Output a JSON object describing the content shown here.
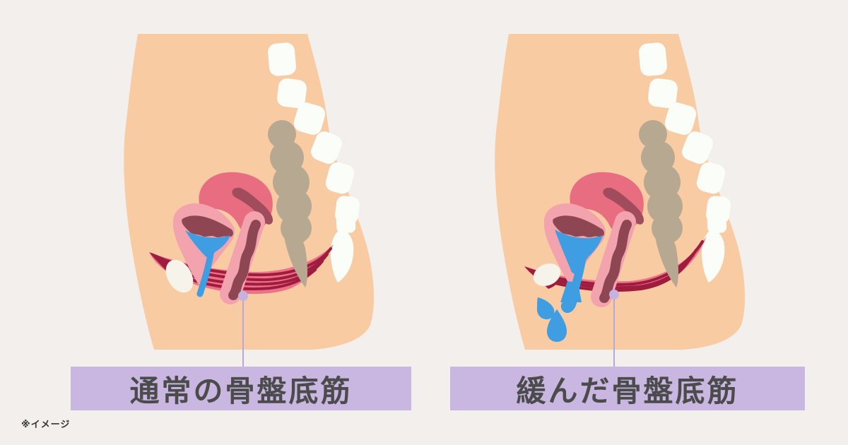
{
  "note": "※イメージ",
  "panels": [
    {
      "id": "normal",
      "label": "通常の骨盤底筋"
    },
    {
      "id": "loosened",
      "label": "緩んだ骨盤底筋"
    }
  ],
  "colors": {
    "bg": "#f2efed",
    "body": "#f8cba3",
    "bone": "#fbfdf9",
    "rectum": "#b7a891",
    "uterus": "#e96d80",
    "cavity": "#a04c5c",
    "organ": "#f2a3ad",
    "canal": "#8e4752",
    "urine": "#3f9de2",
    "muscle": "#ee7089",
    "stripe": "#9e1d3f",
    "pubis": "#f6f3ea",
    "pointer": "#b9a7d8",
    "pointerdot": "#c3b3de",
    "labelbg": "#c9b7e1",
    "labeltext": "#4b4b4b",
    "notetext": "#333333"
  }
}
